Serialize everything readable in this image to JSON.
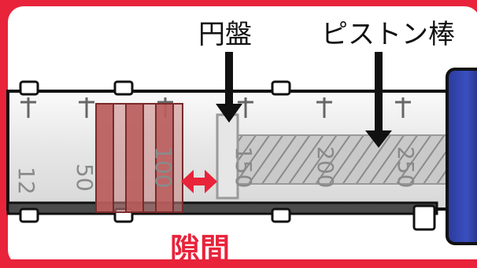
{
  "labels": {
    "disk": "円盤",
    "piston_rod": "ピストン棒",
    "gap": "隙間"
  },
  "scale": {
    "ticks": [
      "12",
      "50",
      "100",
      "150",
      "200",
      "250"
    ]
  },
  "colors": {
    "frame": "#e8233a",
    "background": "#ffffff",
    "barrel": "#eeeeee",
    "clamp": "#b85a5a",
    "gap_arrow": "#e8233a",
    "plunger_cap": "#1f2f86",
    "outline": "#111111"
  }
}
